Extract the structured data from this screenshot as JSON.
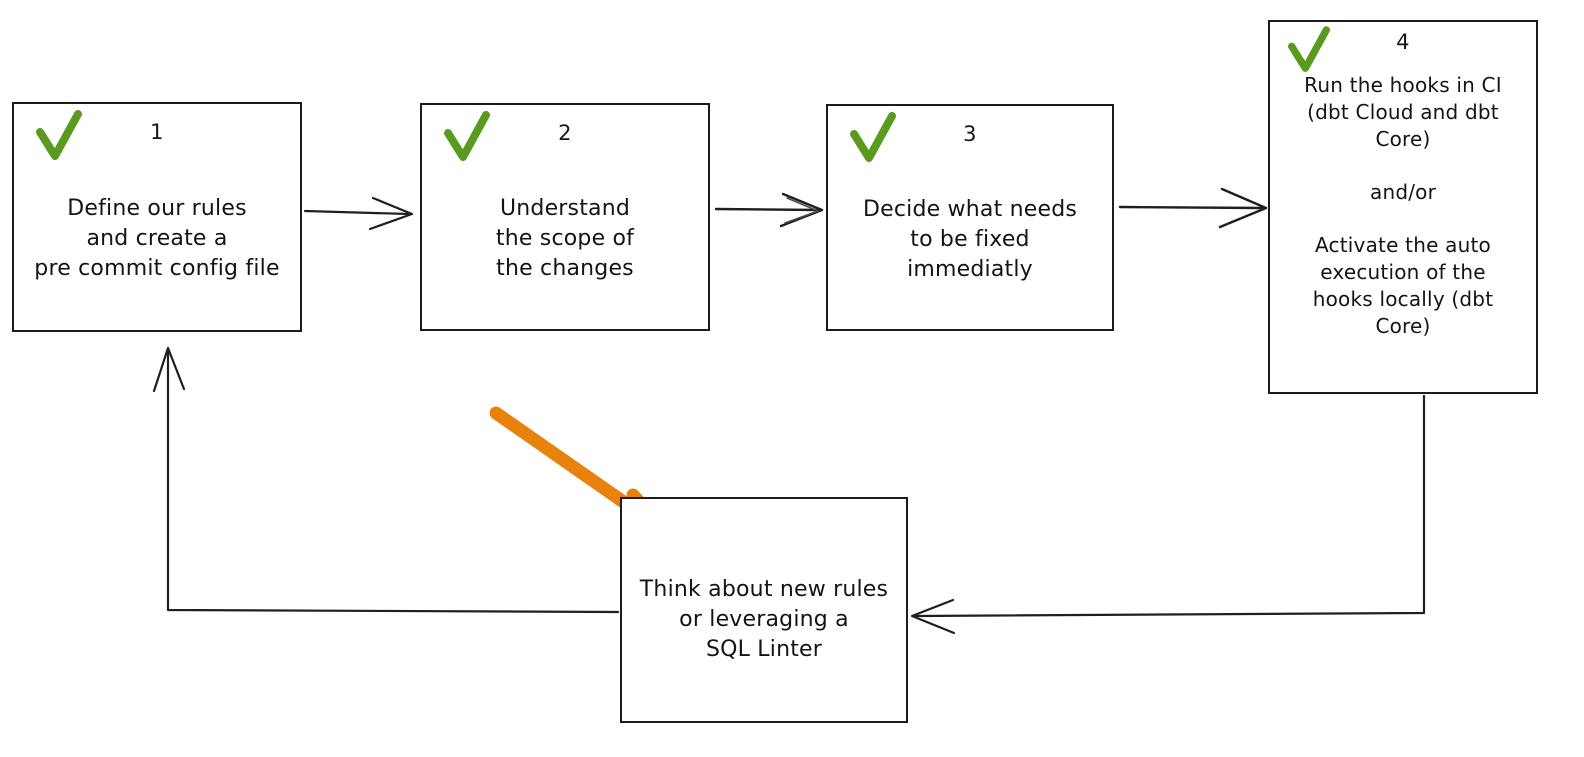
{
  "diagram": {
    "title": "pre-commit hooks adoption workflow",
    "background_color": "#ffffff",
    "ink_color": "#141414",
    "check_color": "#5a9a1e",
    "highlight_color": "#e8820c"
  },
  "nodes": [
    {
      "id": "node-1",
      "step": "1",
      "check": "green-check-icon",
      "lines": [
        "Define our rules",
        "and create a",
        "pre commit config file"
      ]
    },
    {
      "id": "node-2",
      "step": "2",
      "check": "green-check-icon",
      "lines": [
        "Understand",
        "the scope of",
        "the changes"
      ]
    },
    {
      "id": "node-3",
      "step": "3",
      "check": "green-check-icon",
      "lines": [
        "Decide what needs",
        "to be fixed",
        "immediatly"
      ]
    },
    {
      "id": "node-4",
      "step": "4",
      "check": "green-check-icon",
      "lines": [
        "Run the hooks in CI",
        "(dbt Cloud and dbt",
        "Core)",
        "",
        "and/or",
        "",
        "Activate the auto",
        "execution of the",
        "hooks locally (dbt",
        "Core)"
      ]
    },
    {
      "id": "node-5",
      "step": "",
      "check": "",
      "lines": [
        "Think about new rules",
        "or leveraging a",
        "SQL Linter"
      ]
    }
  ],
  "connectors": [
    {
      "name": "arrow-node1-to-node2",
      "from": "node-1",
      "to": "node-2",
      "style": "open-arrow"
    },
    {
      "name": "arrow-node2-to-node3",
      "from": "node-2",
      "to": "node-3",
      "style": "open-arrow"
    },
    {
      "name": "arrow-node3-to-node4",
      "from": "node-3",
      "to": "node-4",
      "style": "open-arrow"
    },
    {
      "name": "arrow-node4-to-node5",
      "from": "node-4",
      "to": "node-5",
      "style": "elbow-open-arrow"
    },
    {
      "name": "arrow-node5-to-node1",
      "from": "node-5",
      "to": "node-1",
      "style": "elbow-open-arrow"
    }
  ],
  "annotations": [
    {
      "name": "orange-highlight-arrow",
      "points_to": "node-5",
      "color": "#e8820c"
    }
  ]
}
